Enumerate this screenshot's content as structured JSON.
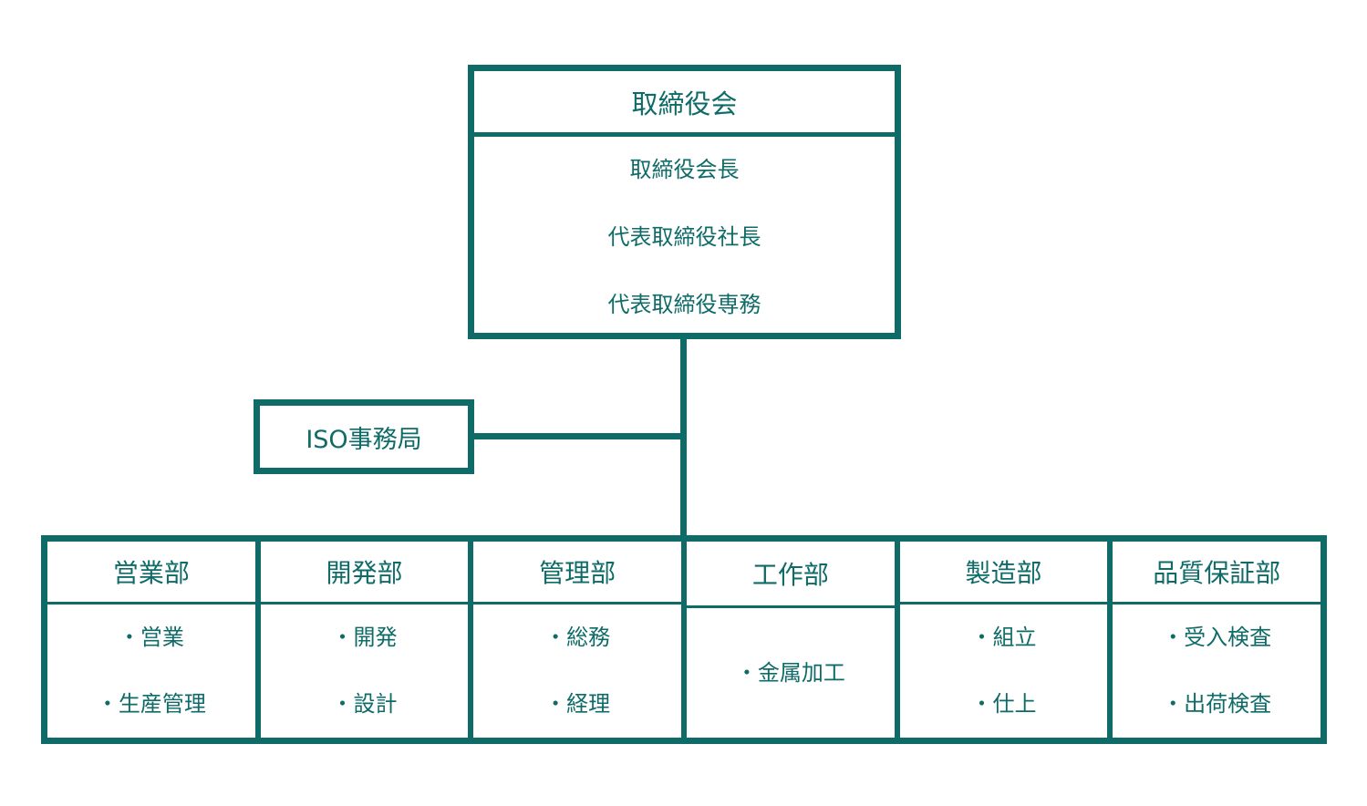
{
  "board": {
    "title": "取締役会",
    "members": [
      "取締役会長",
      "代表取締役社長",
      "代表取締役専務"
    ]
  },
  "iso": {
    "label": "ISO事務局"
  },
  "departments": [
    {
      "title": "営業部",
      "items": [
        "・営業",
        "・生産管理"
      ]
    },
    {
      "title": "開発部",
      "items": [
        "・開発",
        "・設計"
      ]
    },
    {
      "title": "管理部",
      "items": [
        "・総務",
        "・経理"
      ]
    },
    {
      "title": "工作部",
      "items": [
        "・金属加工"
      ]
    },
    {
      "title": "製造部",
      "items": [
        "・組立",
        "・仕上"
      ]
    },
    {
      "title": "品質保証部",
      "items": [
        "・受入検査",
        "・出荷検査"
      ]
    }
  ],
  "colors": {
    "line": "#0e6b68",
    "text": "#0e6b68",
    "background": "#ffffff"
  }
}
